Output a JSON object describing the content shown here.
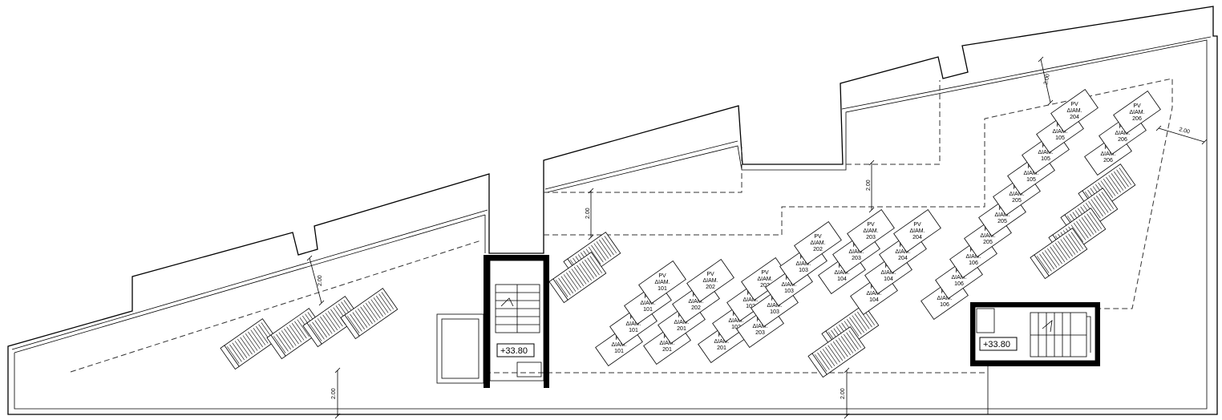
{
  "drawing": {
    "dimension_label": "2.00",
    "levels": [
      "+33.80",
      "+33.80"
    ]
  },
  "pv": {
    "line1": "PV",
    "line2": "ΔIAM.",
    "groups": [
      [
        "101",
        "101",
        "101",
        "101"
      ],
      [
        "201",
        "201",
        "202",
        "202"
      ],
      [
        "201",
        "102",
        "102",
        "202"
      ],
      [
        "203",
        "103",
        "103",
        "103",
        "202"
      ],
      [
        "104",
        "203",
        "203"
      ],
      [
        "104",
        "104",
        "204",
        "204"
      ],
      [
        "106",
        "106",
        "106",
        "205",
        "205",
        "205",
        "105",
        "105",
        "105",
        "204"
      ],
      [
        "206",
        "206",
        "206"
      ]
    ]
  }
}
